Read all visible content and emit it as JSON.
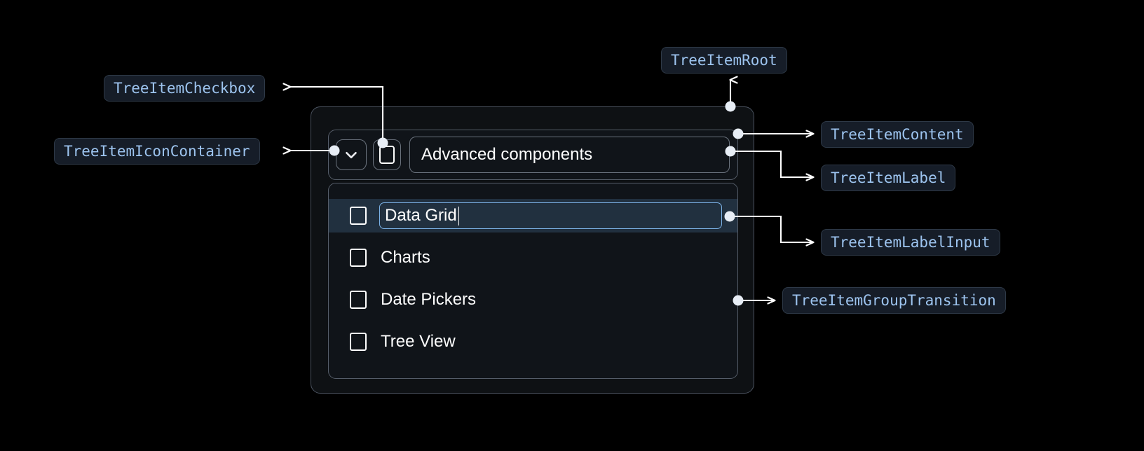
{
  "theme": {
    "background": "#000000",
    "badge_bg": "#161d28",
    "badge_border": "#2e3947",
    "badge_text": "#9dc4ef",
    "container_bg": "#0e1114",
    "container_border": "#4b5360",
    "inner_bg": "#101419",
    "inner_border": "#545c68",
    "selected_row_bg": "#21303f",
    "input_border": "#7cb3e8",
    "wire_color": "#ffffff",
    "text_color": "#ffffff"
  },
  "annotations": [
    {
      "id": "checkbox",
      "label": "TreeItemCheckbox",
      "side": "left"
    },
    {
      "id": "icon-container",
      "label": "TreeItemIconContainer",
      "side": "left"
    },
    {
      "id": "root",
      "label": "TreeItemRoot",
      "side": "top"
    },
    {
      "id": "content",
      "label": "TreeItemContent",
      "side": "right"
    },
    {
      "id": "label",
      "label": "TreeItemLabel",
      "side": "right"
    },
    {
      "id": "label-input",
      "label": "TreeItemLabelInput",
      "side": "right"
    },
    {
      "id": "group-transition",
      "label": "TreeItemGroupTransition",
      "side": "right"
    }
  ],
  "tree": {
    "root_item": {
      "expand_icon": "chevron-down-icon",
      "checkbox_state": "unchecked",
      "label": "Advanced components"
    },
    "children": [
      {
        "label": "Data Grid",
        "checkbox_state": "unchecked",
        "editing": true,
        "selected": true
      },
      {
        "label": "Charts",
        "checkbox_state": "unchecked",
        "editing": false,
        "selected": false
      },
      {
        "label": "Date Pickers",
        "checkbox_state": "unchecked",
        "editing": false,
        "selected": false
      },
      {
        "label": "Tree View",
        "checkbox_state": "unchecked",
        "editing": false,
        "selected": false
      }
    ]
  }
}
